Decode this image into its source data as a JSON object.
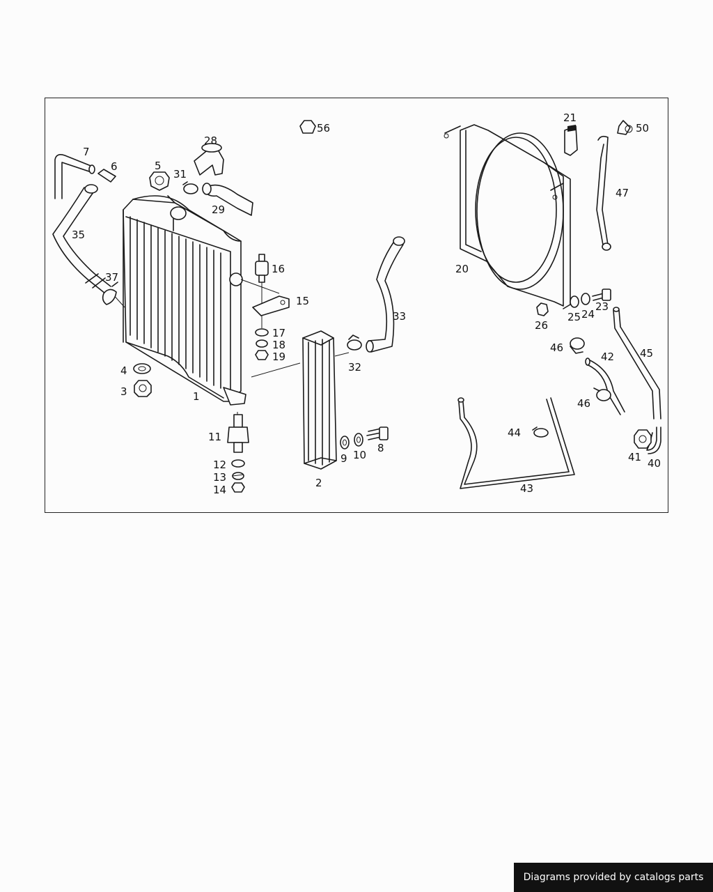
{
  "diagram": {
    "callouts": {
      "c1": "1",
      "c2": "2",
      "c3": "3",
      "c4": "4",
      "c5": "5",
      "c6": "6",
      "c7": "7",
      "c8": "8",
      "c9": "9",
      "c10": "10",
      "c11": "11",
      "c12": "12",
      "c13": "13",
      "c14": "14",
      "c15": "15",
      "c16": "16",
      "c17": "17",
      "c18": "18",
      "c19": "19",
      "c20": "20",
      "c21": "21",
      "c23": "23",
      "c24": "24",
      "c25": "25",
      "c26": "26",
      "c28": "28",
      "c29": "29",
      "c31": "31",
      "c32": "32",
      "c33": "33",
      "c35": "35",
      "c37": "37",
      "c40": "40",
      "c41": "41",
      "c42": "42",
      "c43": "43",
      "c44": "44",
      "c45": "45",
      "c46a": "46",
      "c46b": "46",
      "c47": "47",
      "c50": "50",
      "c56": "56"
    }
  },
  "footer": {
    "credit": "Diagrams provided by catalogs parts",
    "background": "#111111",
    "text_color": "#ffffff"
  }
}
